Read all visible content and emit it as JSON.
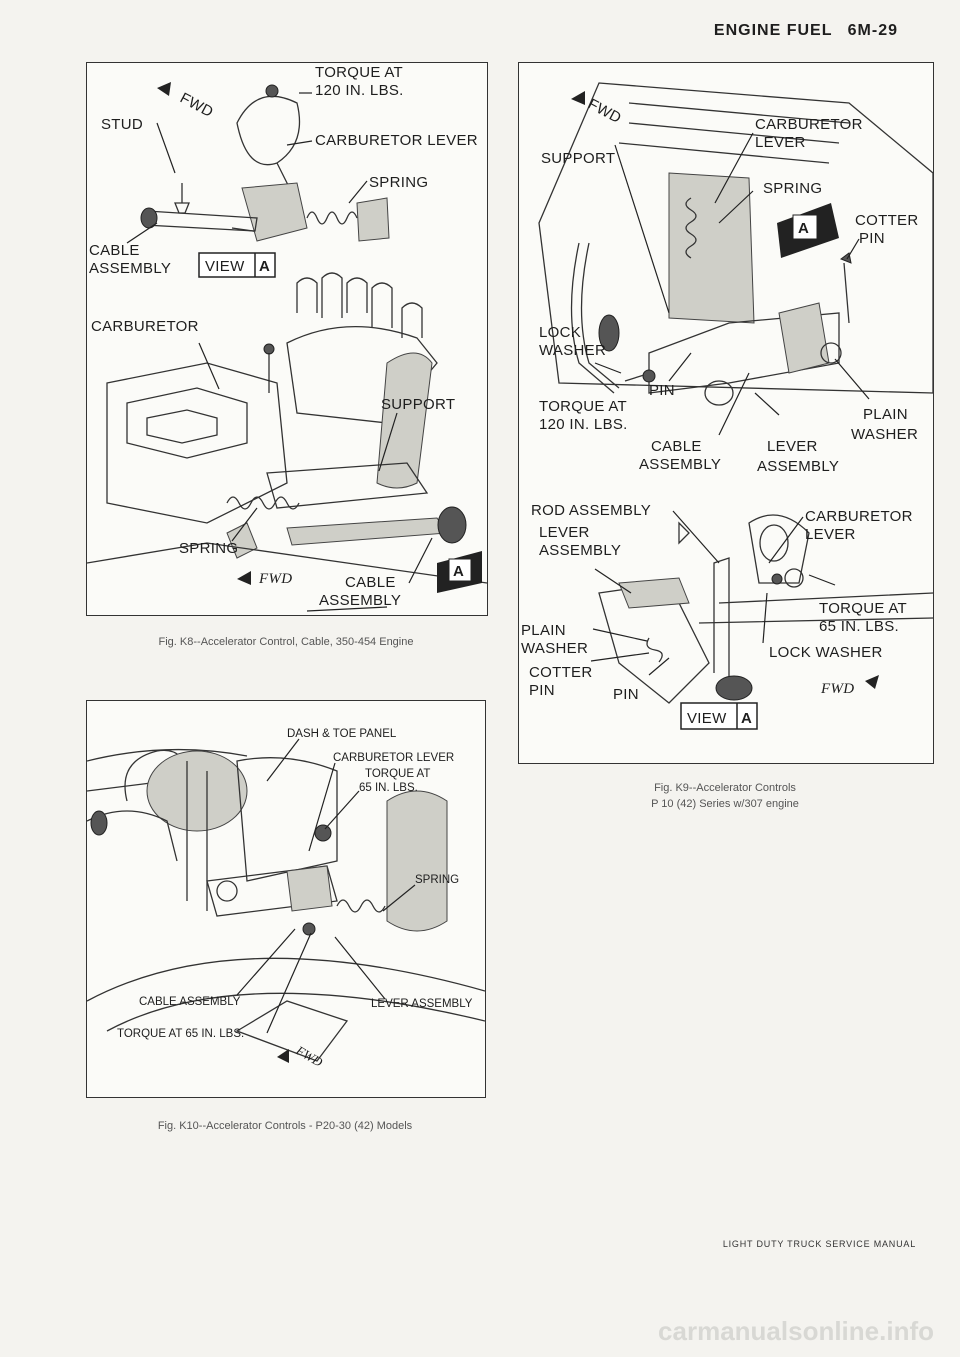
{
  "header": {
    "section": "ENGINE FUEL",
    "page": "6M-29"
  },
  "fig_k8": {
    "caption": "Fig. K8--Accelerator Control, Cable, 350-454 Engine",
    "labels": {
      "fwd": "FWD",
      "stud": "STUD",
      "torque_1": "TORQUE AT",
      "torque_2": "120 IN. LBS.",
      "carb_lever": "CARBURETOR LEVER",
      "spring_top": "SPRING",
      "cable_1": "CABLE",
      "cable_2": "ASSEMBLY",
      "view": "VIEW",
      "view_letter": "A",
      "carburetor": "CARBURETOR",
      "support": "SUPPORT",
      "spring_bottom": "SPRING",
      "fwd_bottom": "FWD",
      "cable_b1": "CABLE",
      "cable_b2": "ASSEMBLY",
      "a_tag": "A"
    }
  },
  "fig_k9": {
    "caption_1": "Fig. K9--Accelerator Controls",
    "caption_2": "P 10 (42) Series w/307 engine",
    "labels": {
      "fwd": "FWD",
      "support": "SUPPORT",
      "carb_lever_1": "CARBURETOR",
      "carb_lever_2": "LEVER",
      "spring": "SPRING",
      "cotter": "COTTER",
      "pin_top": "PIN",
      "a_tag": "A",
      "lock": "LOCK",
      "washer": "WASHER",
      "pin_mid": "PIN",
      "torque_1": "TORQUE AT",
      "torque_2": "120 IN. LBS.",
      "plain": "PLAIN",
      "plain_washer": "WASHER",
      "cable_1": "CABLE",
      "cable_2": "ASSEMBLY",
      "lever_1": "LEVER",
      "lever_2": "ASSEMBLY",
      "rod_assembly": "ROD ASSEMBLY",
      "lever_assy_1": "LEVER",
      "lever_assy_2": "ASSEMBLY",
      "carb_lever_b1": "CARBURETOR",
      "carb_lever_b2": "LEVER",
      "torque_b1": "TORQUE AT",
      "torque_b2": "65 IN. LBS.",
      "plain_b": "PLAIN",
      "plain_b_washer": "WASHER",
      "lock_washer": "LOCK WASHER",
      "cotter_b": "COTTER",
      "pin_b1": "PIN",
      "pin_b2": "PIN",
      "fwd_b": "FWD",
      "view": "VIEW",
      "view_letter": "A"
    }
  },
  "fig_k10": {
    "caption": "Fig. K10--Accelerator Controls - P20-30 (42) Models",
    "labels": {
      "dash": "DASH & TOE PANEL",
      "carb_lever": "CARBURETOR LEVER",
      "torque_1": "TORQUE AT",
      "torque_2": "65 IN. LBS.",
      "spring": "SPRING",
      "lever_assembly": "LEVER ASSEMBLY",
      "cable_assembly": "CABLE ASSEMBLY",
      "torque_bottom": "TORQUE AT 65 IN. LBS.",
      "fwd": "FWD"
    }
  },
  "footer": "LIGHT DUTY TRUCK SERVICE MANUAL",
  "watermark": "carmanualsonline.info"
}
